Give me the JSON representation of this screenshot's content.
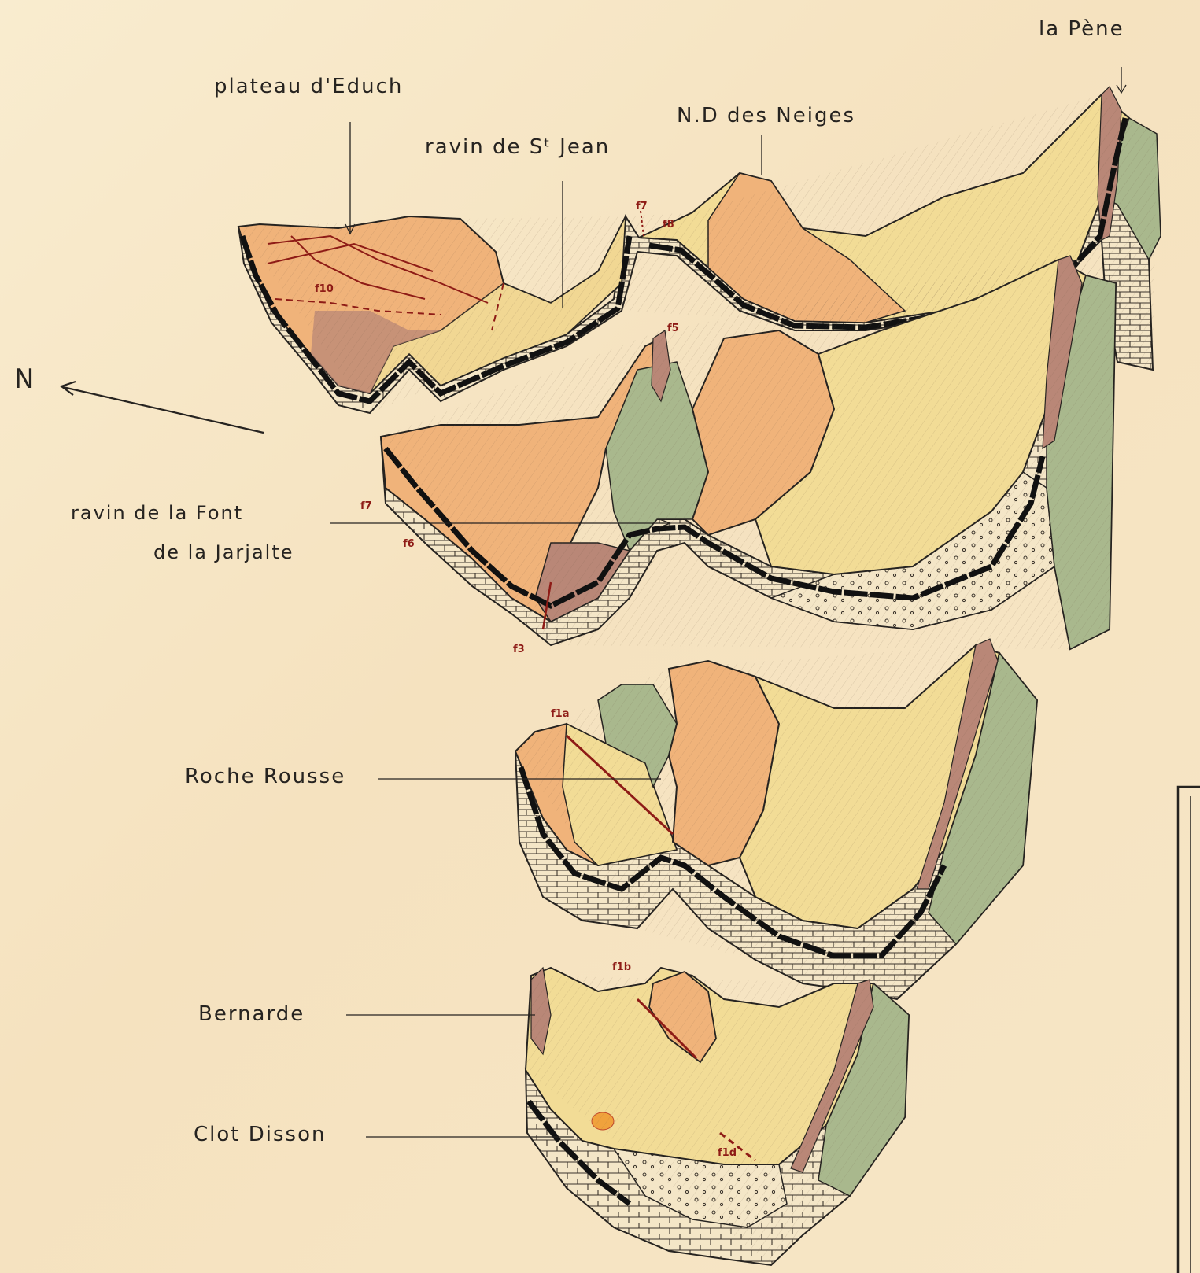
{
  "labels": {
    "la_pene": "la Pène",
    "plateau": "plateau d'Educh",
    "nd_neiges": "N.D des Neiges",
    "ravin_st_jean": "ravin de Sᵗ Jean",
    "north": "N",
    "font_line1": "ravin de la Font",
    "font_line2": "de la Jarjalte",
    "roche_rousse": "Roche Rousse",
    "bernarde": "Bernarde",
    "clot_disson": "Clot Disson"
  },
  "faults": {
    "f10": "f10",
    "f7a": "f7",
    "f8": "f8",
    "f5": "f5",
    "f7b": "f7",
    "f6": "f6",
    "f3": "f3",
    "f1a": "f1a",
    "f1b": "f1b",
    "f1d": "f1d"
  },
  "colors": {
    "paper": "#f7e7c8",
    "orange": "#f0b37a",
    "yellow": "#f2dc96",
    "green": "#a9b88d",
    "brown": "#b98777",
    "ink": "#262320",
    "fault_red": "#8e1b16"
  }
}
